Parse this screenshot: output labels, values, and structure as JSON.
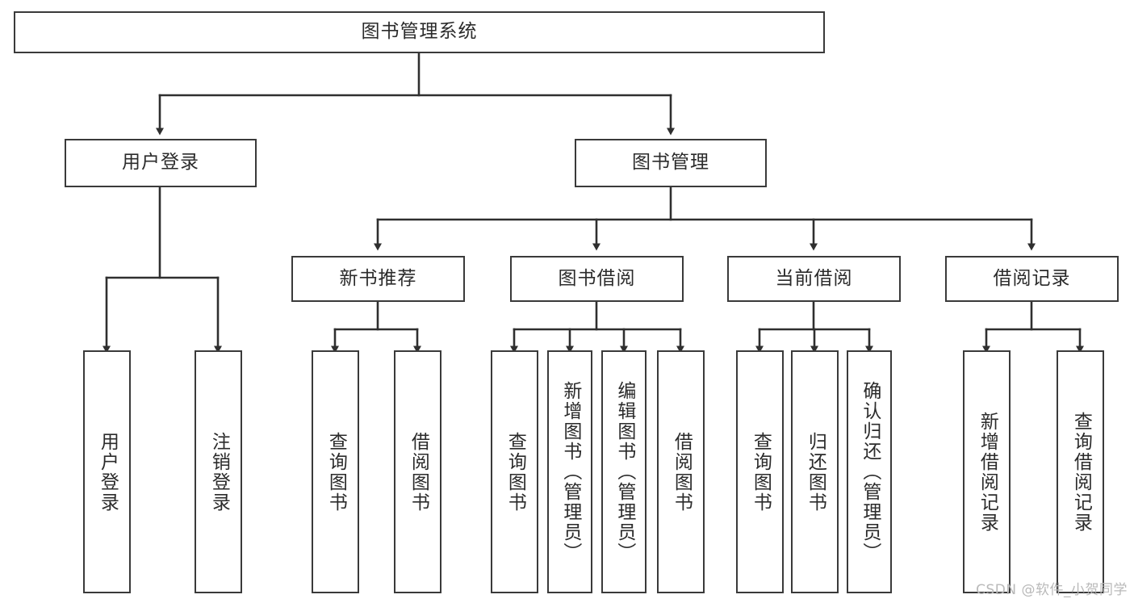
{
  "diagram": {
    "title": "图书管理系统",
    "watermark": "CSDN @软件_小贺同学",
    "colors": {
      "background": "#ffffff",
      "box_border": "#3a3a3a",
      "box_fill": "#ffffff",
      "text": "#2b2b2b",
      "connector": "#2f2f2f",
      "watermark": "#b9b9b9"
    },
    "root": {
      "label": "图书管理系统"
    },
    "level2": [
      {
        "label": "用户登录"
      },
      {
        "label": "图书管理"
      }
    ],
    "level3": [
      {
        "label": "新书推荐"
      },
      {
        "label": "图书借阅"
      },
      {
        "label": "当前借阅"
      },
      {
        "label": "借阅记录"
      }
    ],
    "leaves": {
      "user_login": [
        {
          "label": "用户登录"
        },
        {
          "label": "注销登录"
        }
      ],
      "new_book_recommend": [
        {
          "label": "查询图书"
        },
        {
          "label": "借阅图书"
        }
      ],
      "book_borrow": [
        {
          "label": "查询图书"
        },
        {
          "label": "新增图书（管理员）"
        },
        {
          "label": "编辑图书（管理员）"
        },
        {
          "label": "借阅图书"
        }
      ],
      "current_borrow": [
        {
          "label": "查询图书"
        },
        {
          "label": "归还图书"
        },
        {
          "label": "确认归还（管理员）"
        }
      ],
      "borrow_record": [
        {
          "label": "新增借阅记录"
        },
        {
          "label": "查询借阅记录"
        }
      ]
    }
  }
}
